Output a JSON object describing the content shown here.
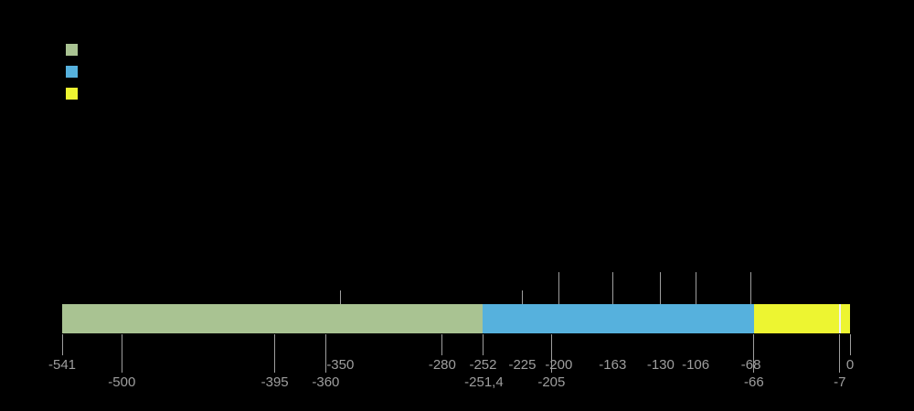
{
  "page": {
    "background": "#000000"
  },
  "legend": {
    "items": [
      {
        "name": "green-era-swatch",
        "color": "#a9c392"
      },
      {
        "name": "blue-era-swatch",
        "color": "#56b1dd"
      },
      {
        "name": "yellow-era-swatch",
        "color": "#edf531"
      }
    ]
  },
  "chart_data": {
    "type": "bar",
    "subtype": "horizontal-timeline",
    "axis_range": [
      -541,
      0
    ],
    "grid": false,
    "text_color": "#9e9e9e",
    "line_color": "#9e9e9e",
    "segments": [
      {
        "start": -541,
        "end": -252,
        "color": "#a9c392"
      },
      {
        "start": -252,
        "end": -66,
        "color": "#56b1dd"
      },
      {
        "start": -66,
        "end": 0,
        "color": "#edf531"
      }
    ],
    "markers": [
      {
        "value": -7,
        "color": "#f2f2f2"
      }
    ],
    "ticks": [
      {
        "value": -541,
        "label": "-541",
        "row": 1,
        "line": "below"
      },
      {
        "value": -500,
        "label": "-500",
        "row": 2,
        "line": "below"
      },
      {
        "value": -395,
        "label": "-395",
        "row": 2,
        "line": "below"
      },
      {
        "value": -360,
        "label": "-360",
        "row": 2,
        "line": "below"
      },
      {
        "value": -350,
        "label": "-350",
        "row": 1,
        "line": "above-short"
      },
      {
        "value": -280,
        "label": "-280",
        "row": 1,
        "line": "below"
      },
      {
        "value": -252,
        "label": "-252",
        "row": 1,
        "line": "below"
      },
      {
        "value": -251.4,
        "label": "-251,4",
        "row": 2,
        "line": "none"
      },
      {
        "value": -225,
        "label": "-225",
        "row": 1,
        "line": "above-short"
      },
      {
        "value": -205,
        "label": "-205",
        "row": 2,
        "line": "below"
      },
      {
        "value": -200,
        "label": "-200",
        "row": 1,
        "line": "above-long"
      },
      {
        "value": -163,
        "label": "-163",
        "row": 1,
        "line": "above-long"
      },
      {
        "value": -130,
        "label": "-130",
        "row": 1,
        "line": "above-long"
      },
      {
        "value": -106,
        "label": "-106",
        "row": 1,
        "line": "above-long"
      },
      {
        "value": -68,
        "label": "-68",
        "row": 1,
        "line": "above-long"
      },
      {
        "value": -66,
        "label": "-66",
        "row": 2,
        "line": "below"
      },
      {
        "value": -7,
        "label": "-7",
        "row": 2,
        "line": "below"
      },
      {
        "value": 0,
        "label": "0",
        "row": 1,
        "line": "below"
      }
    ]
  }
}
